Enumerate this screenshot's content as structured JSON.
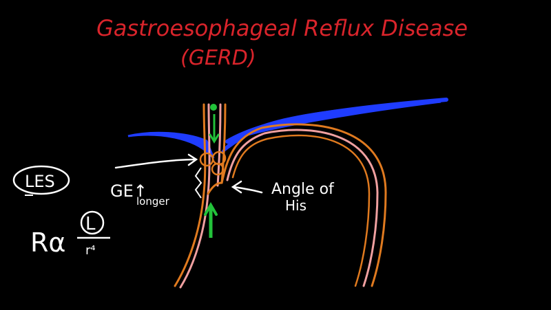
{
  "title": {
    "line1": "Gastroesophageal Reflux Disease",
    "line2": "(GERD)"
  },
  "labels": {
    "les": "LES",
    "ge_junction": "GE↑",
    "longer": "longer",
    "angle_line1": "Angle of",
    "angle_line2": "His",
    "resistance_lhs": "Rα",
    "length_symbol": "L",
    "radius_term": "r⁴"
  },
  "colors": {
    "background": "#000000",
    "title": "#d9242b",
    "annotation": "#ffffff",
    "esophagus_outer": "#e07a1f",
    "esophagus_inner": "#f0a0a0",
    "diaphragm": "#1f3cff",
    "flow_arrow": "#22c23a"
  }
}
